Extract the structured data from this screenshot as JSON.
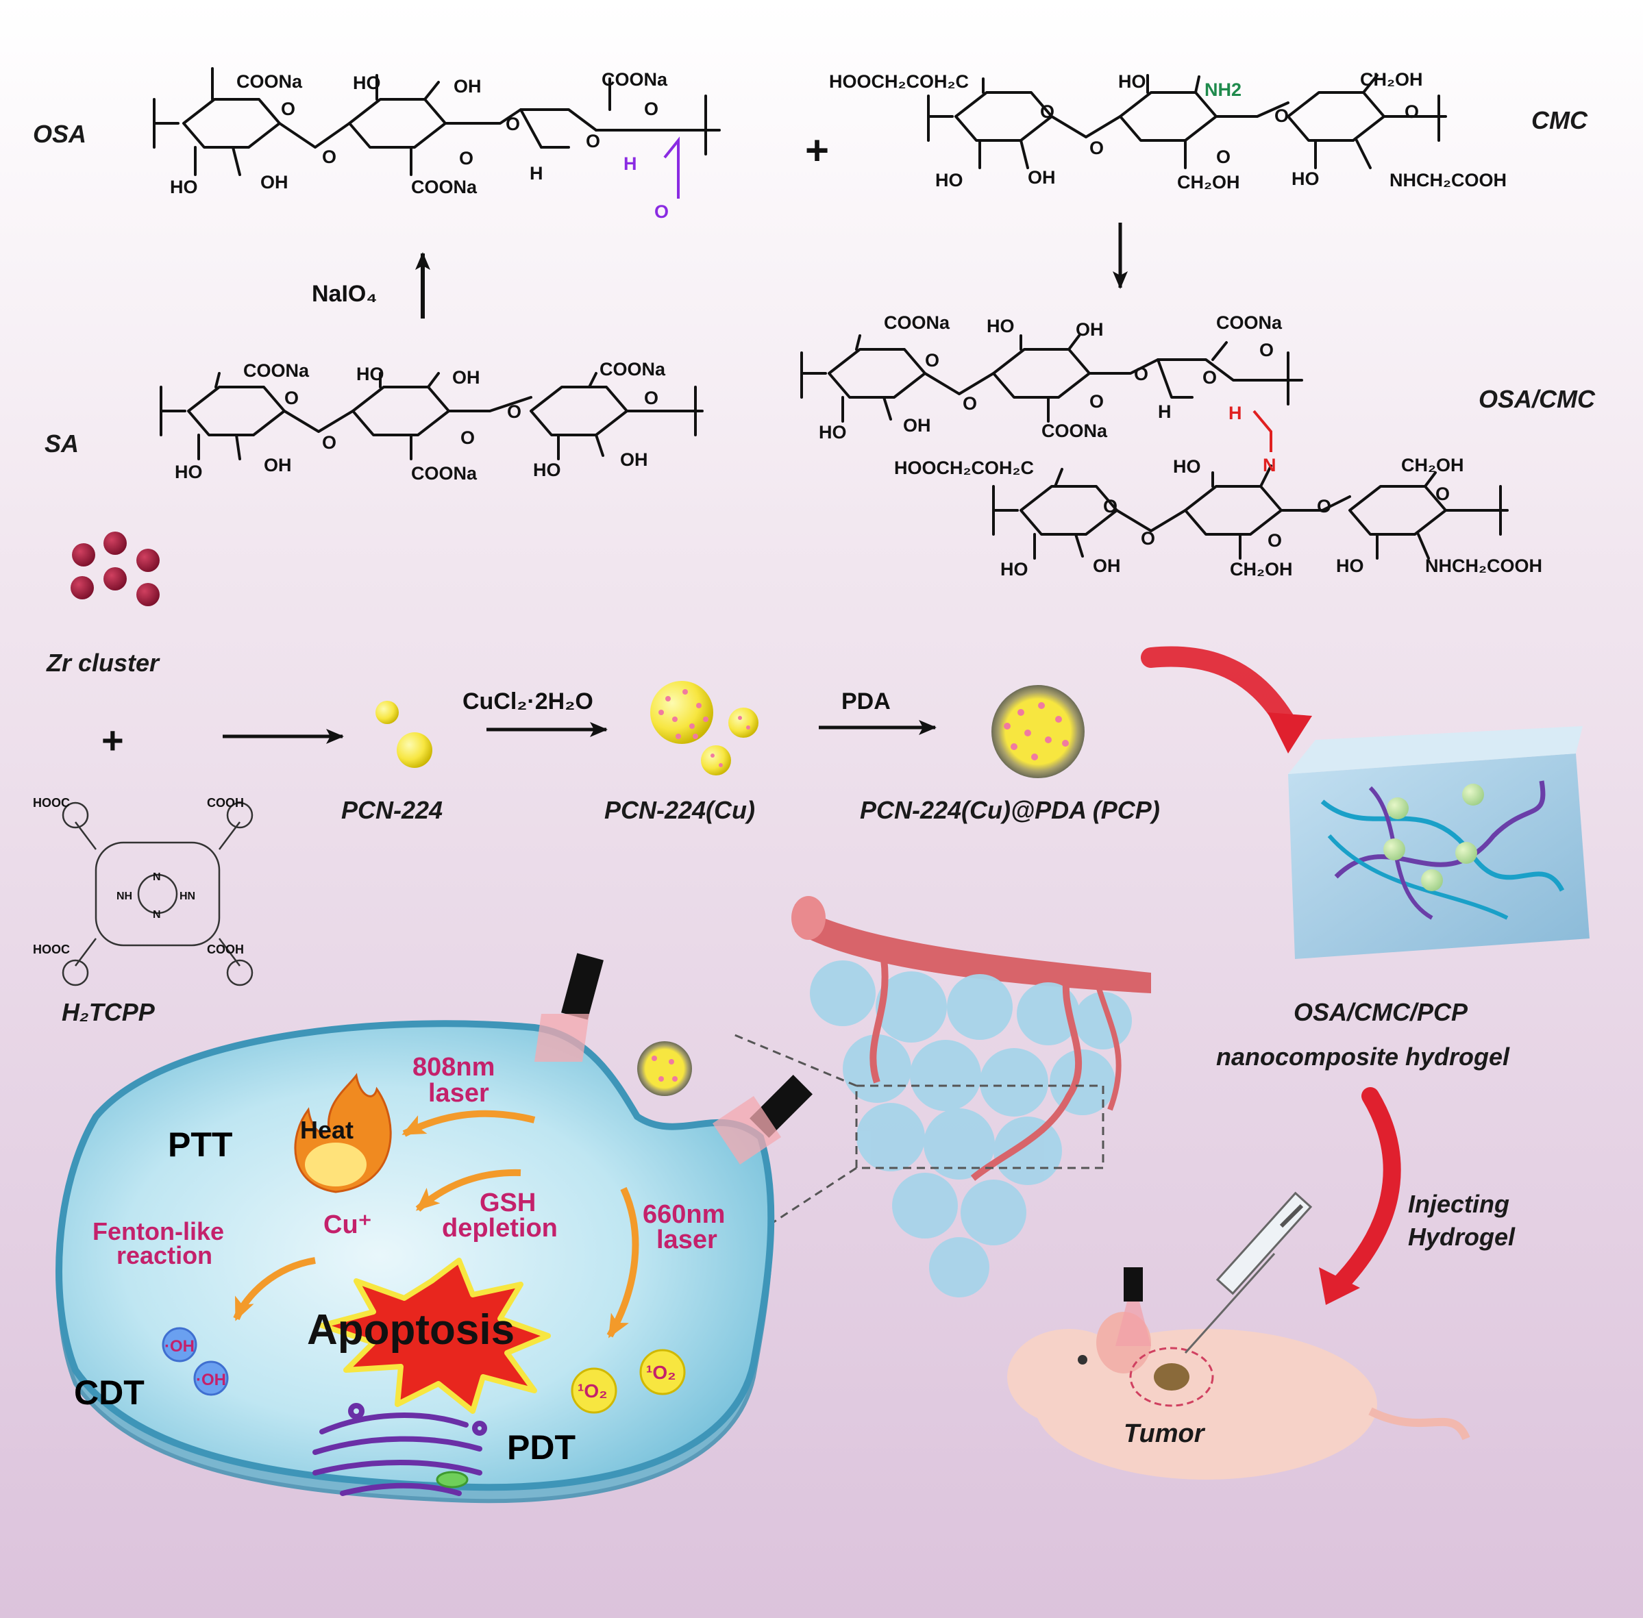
{
  "colors": {
    "background_top": "#ffffff",
    "background_bottom": "#dcc3dc",
    "annotation_pink": "#c4216b",
    "arrow_orange": "#f39a2a",
    "arrow_red": "#e0202e",
    "aldehyde_purple": "#8a2be2",
    "amine_green": "#1f8a4c",
    "imine_red": "#e02020",
    "cell_blue": "#8fd1e8",
    "nanoparticle_yellow": "#f7e640"
  },
  "labels": {
    "osa": "OSA",
    "cmc": "CMC",
    "sa": "SA",
    "osa_cmc": "OSA/CMC",
    "naio4": "NaIO₄",
    "plus": "+",
    "zr_cluster": "Zr cluster",
    "h2tcpp": "H₂TCPP",
    "pcn224": "PCN-224",
    "cucl2": "CuCl₂·2H₂O",
    "pcn224_cu": "PCN-224(Cu)",
    "pda": "PDA",
    "pcp": "PCN-224(Cu)@PDA (PCP)",
    "hydrogel_line1": "OSA/CMC/PCP",
    "hydrogel_line2": "nanocomposite hydrogel",
    "injecting_line1": "Injecting",
    "injecting_line2": "Hydrogel",
    "tumor": "Tumor"
  },
  "chem": {
    "coona": "COONa",
    "ho": "HO",
    "oh": "OH",
    "o": "O",
    "h": "H",
    "n": "N",
    "nh2": "NH2",
    "ch2oh": "CH₂OH",
    "hoocch2coh2c": "HOOCH₂COH₂C",
    "nhch2cooh": "NHCH₂COOH",
    "hooc": "HOOC",
    "cooh": "COOH",
    "nh": "NH",
    "hn": "HN"
  },
  "cell": {
    "ptt": "PTT",
    "cdt": "CDT",
    "pdt": "PDT",
    "heat": "Heat",
    "laser808_line1": "808nm",
    "laser808_line2": "laser",
    "laser660_line1": "660nm",
    "laser660_line2": "laser",
    "gsh_line1": "GSH",
    "gsh_line2": "depletion",
    "cu_plus": "Cu⁺",
    "fenton_line1": "Fenton-like",
    "fenton_line2": "reaction",
    "apoptosis": "Apoptosis",
    "oh_radical": "·OH",
    "singlet_o2": "¹O₂"
  }
}
